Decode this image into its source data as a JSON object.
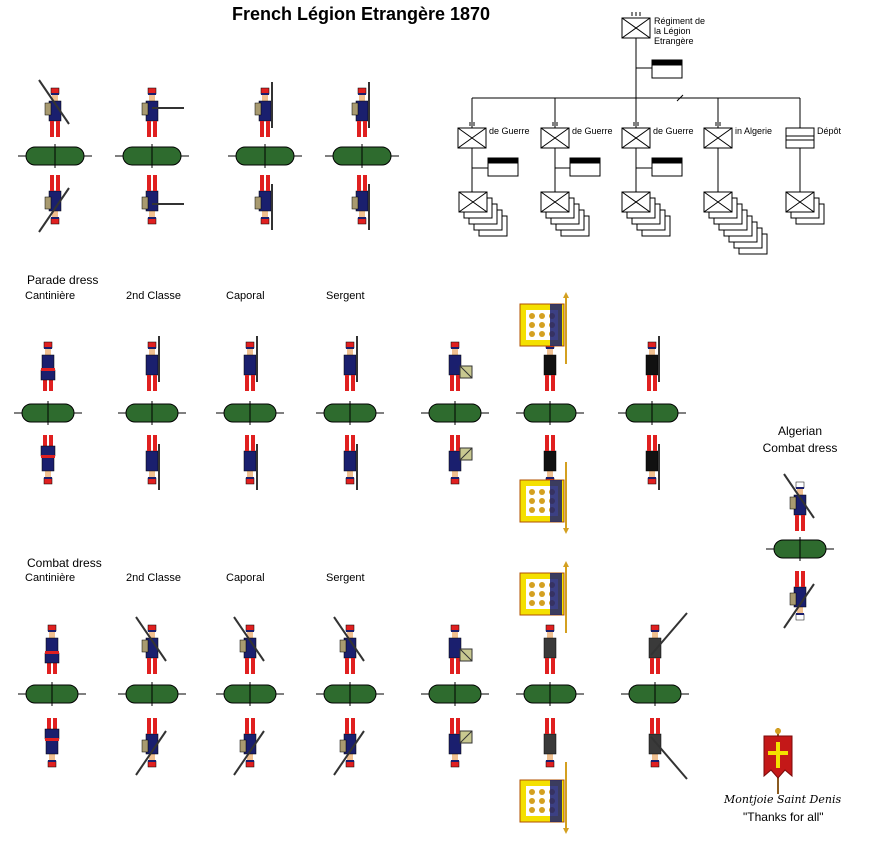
{
  "title": "French Légion Etrangère 1870",
  "org": {
    "regiment_label": "Régiment de la Légion Etrangère",
    "battalions": [
      {
        "label": "de Guerre"
      },
      {
        "label": "de Guerre"
      },
      {
        "label": "de Guerre"
      },
      {
        "label": "in Algerie"
      },
      {
        "label": "Dépôt"
      }
    ],
    "regiment_pips": "III",
    "battalion_pips": "II"
  },
  "sections": {
    "parade": {
      "heading": "Parade dress",
      "ranks": [
        "Cantinière",
        "2nd Classe",
        "Caporal",
        "Sergent"
      ]
    },
    "combat": {
      "heading": "Combat dress",
      "ranks": [
        "Cantinière",
        "2nd Classe",
        "Caporal",
        "Sergent"
      ]
    },
    "algerian": {
      "line1": "Algerian",
      "line2": "Combat dress"
    }
  },
  "colors": {
    "coat": "#1a1f6e",
    "trousers": "#e02020",
    "base": "#2e6b2e",
    "officer": "#111111",
    "flag_yellow": "#f4e000",
    "flag_red": "#e02020",
    "banner_red": "#c41818"
  },
  "credit": {
    "name": "Montjoie Saint Denis",
    "thanks": "\"Thanks for all\""
  }
}
